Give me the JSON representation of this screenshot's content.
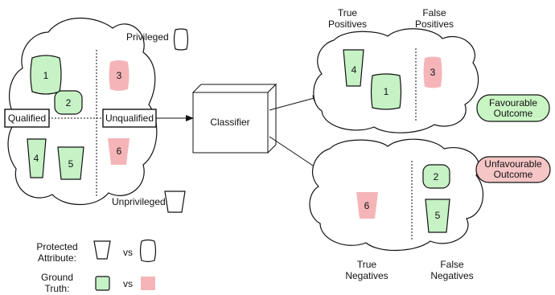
{
  "colors": {
    "green": "#c6f2c6",
    "pink": "#f5b5b8",
    "favourable_bg": "#c9f5c4",
    "unfavourable_bg": "#f6c5c5",
    "stroke": "#111111"
  },
  "left": {
    "privileged": "Privileged",
    "unprivileged": "Unprivileged",
    "qualified": "Qualified",
    "unqualified": "Unqualified",
    "items": [
      "1",
      "2",
      "3",
      "4",
      "5",
      "6"
    ]
  },
  "classifier": "Classifier",
  "right_top": {
    "true_positives": [
      "True",
      "Positives"
    ],
    "false_positives": [
      "False",
      "Positives"
    ],
    "items": [
      "4",
      "1",
      "3"
    ],
    "outcome": [
      "Favourable",
      "Outcome"
    ]
  },
  "right_bottom": {
    "true_negatives": [
      "True",
      "Negatives"
    ],
    "false_negatives": [
      "False",
      "Negatives"
    ],
    "items": [
      "6",
      "2",
      "5"
    ],
    "outcome": [
      "Unfavourable",
      "Outcome"
    ]
  },
  "legend": {
    "protected": [
      "Protected",
      "Attribute:"
    ],
    "ground_truth": [
      "Ground",
      "Truth:"
    ],
    "vs": "vs"
  }
}
